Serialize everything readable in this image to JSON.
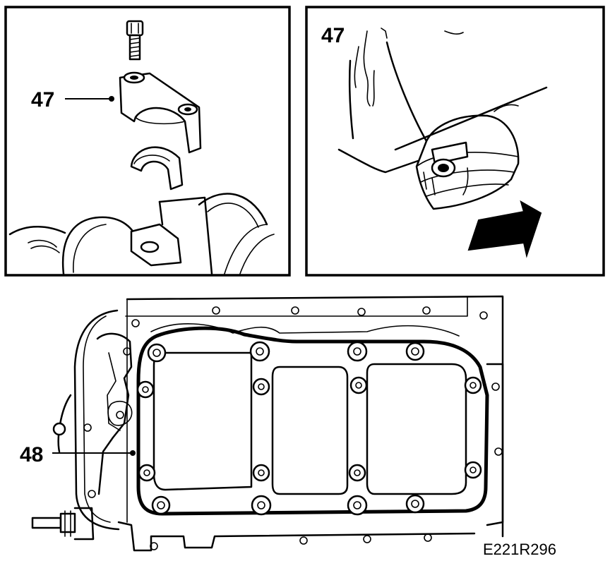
{
  "panels": {
    "bearing_cap": {
      "callout": "47"
    },
    "piston_removal": {
      "callout": "47"
    },
    "oil_pan_gasket": {
      "callout": "48"
    }
  },
  "figure_ref": "E221R296"
}
